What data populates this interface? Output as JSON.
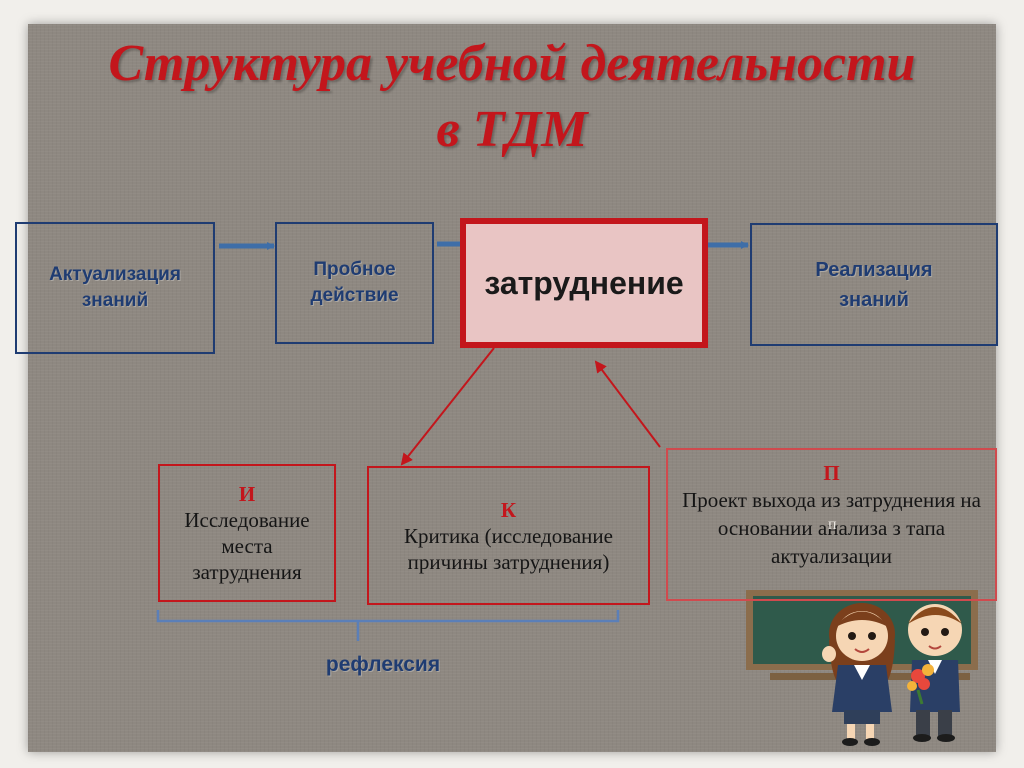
{
  "title": {
    "line1": "Структура учебной деятельности",
    "line2": "в ТДМ"
  },
  "boxes": {
    "actualization": "Актуализация знаний",
    "trial": "Пробное действие",
    "difficulty": "затруднение",
    "realization": "Реализация знаний",
    "research": {
      "letter": "И",
      "text": "Исследование места затруднения"
    },
    "critique": {
      "letter": "К",
      "text": "Критика (исследование причины затруднения)"
    },
    "project": {
      "letter": "П",
      "text": "Проект выхода из затруднения на основании анализа з тапа актуализации",
      "stray_glyph": "п"
    }
  },
  "reflection_label": "рефлексия",
  "colors": {
    "accent_red": "#c3161c",
    "navy": "#1f3c72",
    "arrow_blue": "#3e6ea8",
    "difficulty_fill": "#e9c5c4",
    "background": "#8e8881"
  }
}
